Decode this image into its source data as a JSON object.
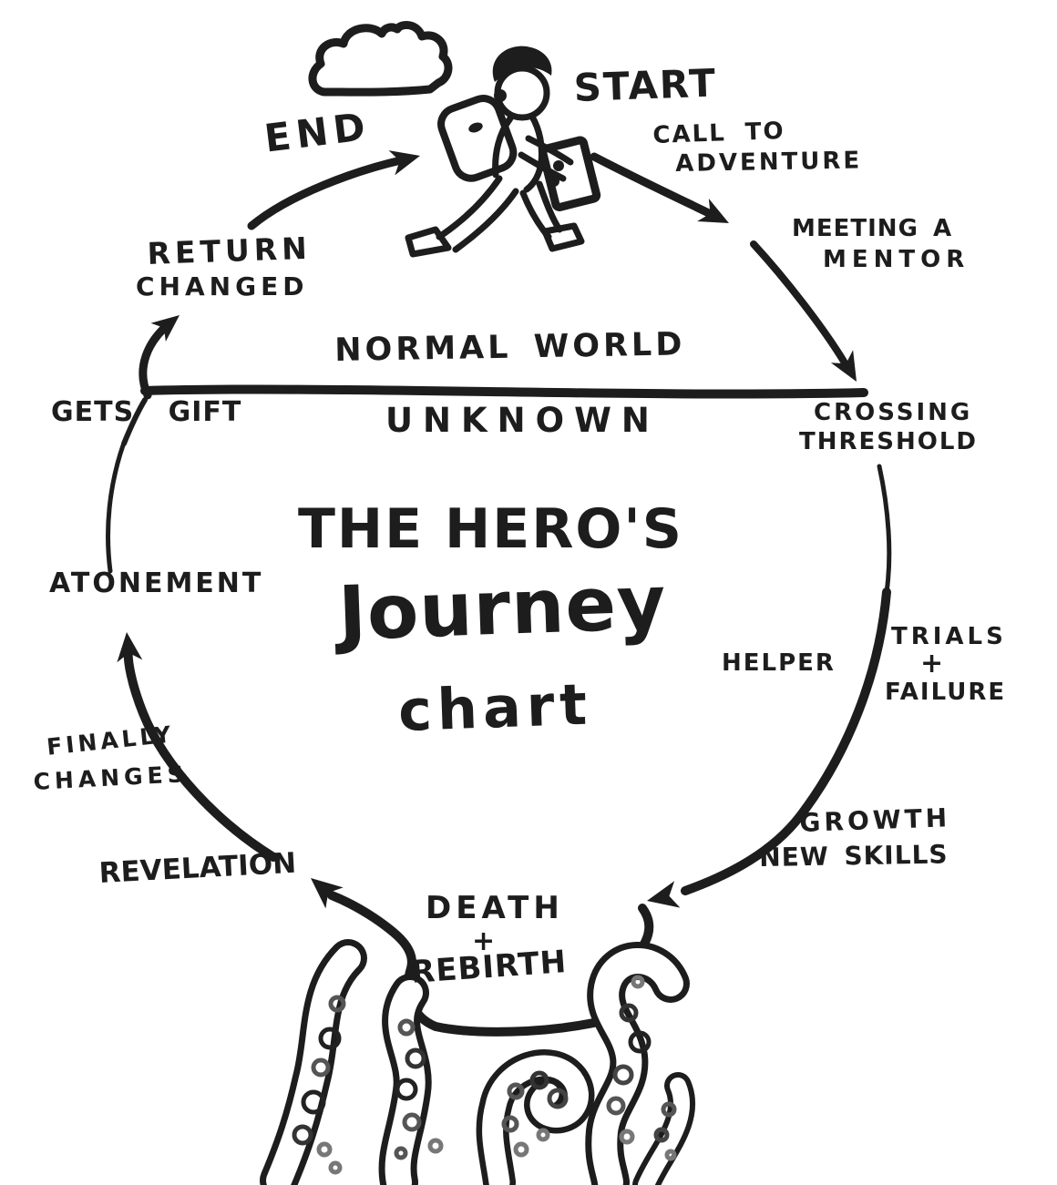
{
  "colors": {
    "ink": "#1d1d1d",
    "paper": "#ffffff",
    "faded_stroke": "#8a8a8a"
  },
  "title": {
    "line1": "THE HERO'S",
    "line2": "Journey",
    "line3": "chart"
  },
  "divider": {
    "above": "NORMAL WORLD",
    "below": "UNKNOWN"
  },
  "stages": {
    "start": "START",
    "call_to_adventure": {
      "line1": "CALL TO",
      "line2": "ADVENTURE"
    },
    "meeting_a_mentor": {
      "line1": "MEETING A",
      "line2": "MENTOR"
    },
    "crossing_threshold": {
      "line1": "CROSSING",
      "line2": "THRESHOLD"
    },
    "helper": "HELPER",
    "trials_failure": {
      "line1": "TRIALS",
      "line2": "+",
      "line3": "FAILURE"
    },
    "growth_new_skills": {
      "line1": "GROWTH",
      "line2": "NEW SKILLS"
    },
    "death_rebirth": {
      "line1": "DEATH",
      "line2": "+",
      "line3": "REBIRTH"
    },
    "revelation": "REVELATION",
    "finally_changes": {
      "line1": "FINALLY",
      "line2": "CHANGES"
    },
    "atonement": "ATONEMENT",
    "gets_gift": "GETS GIFT",
    "return_changed": {
      "line1": "RETURN",
      "line2": "CHANGED"
    },
    "end": "END"
  },
  "icons": {
    "hero": "walking-hero-with-backpack-and-book",
    "cloud": "cloud",
    "tentacles": "tentacles-of-the-unknown"
  }
}
